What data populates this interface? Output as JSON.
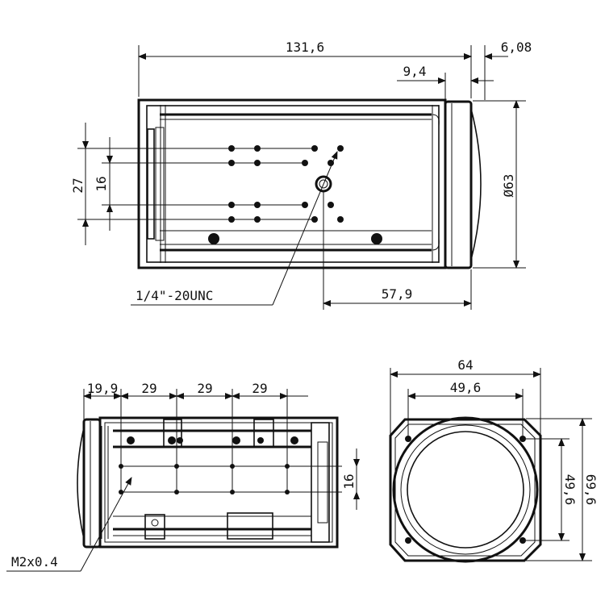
{
  "top_view": {
    "length": "131,6",
    "lens_protrusion": "6,08",
    "lens_step": "9,4",
    "hole_span": "27",
    "inner_hole_span": "16",
    "diameter": "Ø63",
    "tripod_thread": "1/4\"-20UNC",
    "tripod_offset": "57,9"
  },
  "side_view": {
    "front_offset": "19,9",
    "pitch_1": "29",
    "pitch_2": "29",
    "pitch_3": "29",
    "hole_span": "16",
    "screw_thread": "M2x0.4"
  },
  "front_view": {
    "outer_width": "64",
    "hole_width": "49,6",
    "hole_height": "49,6",
    "outer_height": "69,6"
  }
}
